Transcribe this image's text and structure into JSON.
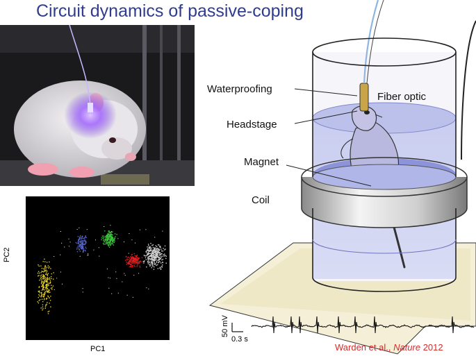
{
  "title": "Circuit dynamics of passive-coping",
  "labels": {
    "waterproofing": "Waterproofing",
    "fiber_optic": "Fiber optic",
    "headstage": "Headstage",
    "magnet": "Magnet",
    "coil": "Coil"
  },
  "scale_bar": {
    "voltage": "50 mV",
    "time": "0.3 s"
  },
  "scatter": {
    "xlabel": "PC1",
    "ylabel": "PC2"
  },
  "citation": {
    "authors": "Warden et al., ",
    "journal": "Nature",
    "year": " 2012"
  },
  "colors": {
    "title": "#2f3d8f",
    "citation": "#d42b2b",
    "cluster_yellow": "#e8d21e",
    "cluster_blue": "#5866c8",
    "cluster_green": "#3ec23e",
    "cluster_red": "#e61e1e",
    "cluster_gray": "#d4d4d4",
    "water": "#aeb4e6"
  }
}
